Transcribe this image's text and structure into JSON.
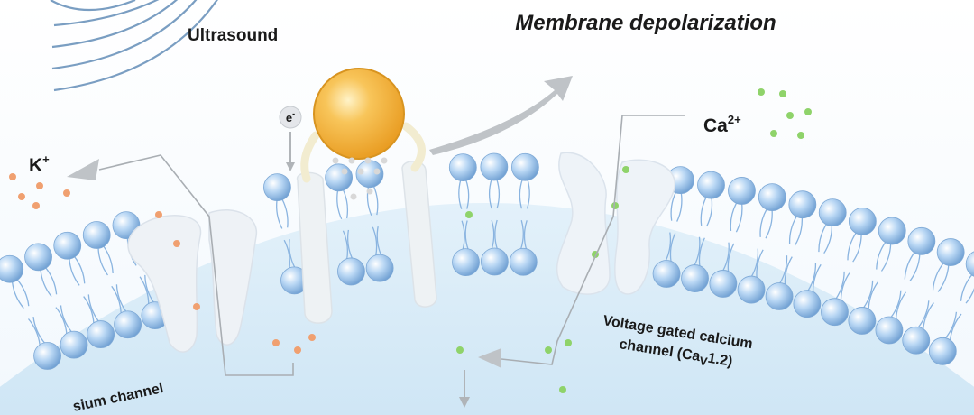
{
  "labels": {
    "title": "Membrane depolarization",
    "ultrasound": "Ultrasound",
    "electron": "e",
    "electron_sup": "-",
    "potassium_ion": "K",
    "potassium_sup": "+",
    "calcium_ion": "Ca",
    "calcium_sup": "2+",
    "potassium_channel": "sium channel",
    "calcium_channel_line1": "Voltage gated calcium",
    "calcium_channel_line2_pre": "channel (Ca",
    "calcium_channel_sub": "V",
    "calcium_channel_line2_post": "1.2)"
  },
  "colors": {
    "lipid_head": "#9ec6ee",
    "lipid_tail": "#8ab4e0",
    "cytoplasm": "#dcedf8",
    "particle": "#f2b342",
    "potassium_dot": "#f0a070",
    "calcium_dot": "#8fd36a",
    "arrow": "#b8bcc0",
    "channel": "#eef2f6",
    "text": "#1a1a1a"
  }
}
